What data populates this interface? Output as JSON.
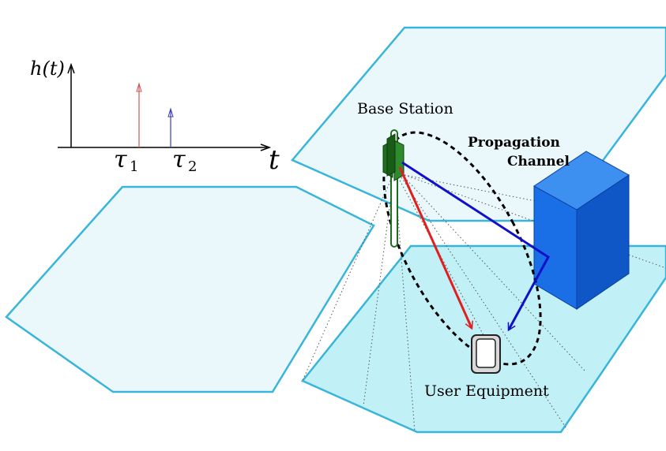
{
  "impulse_plot": {
    "y_label": "h(t)",
    "x_label": "t",
    "taus": [
      "τ1",
      "τ2"
    ],
    "tau_sub_labels": [
      {
        "sym": "τ",
        "sub": "1"
      },
      {
        "sym": "τ",
        "sub": "2"
      }
    ],
    "impulse_colors": [
      "#d9534f",
      "#3b3bbf"
    ]
  },
  "labels": {
    "base_station": "Base Station",
    "propagation_line1": "Propagation",
    "propagation_line2": "Channel",
    "user_equipment": "User Equipment"
  },
  "colors": {
    "cell_fill_light": "#eaf8fc",
    "cell_fill_active": "#c2f0f7",
    "cell_stroke": "#39b5dc",
    "building_front": "#1a6fe6",
    "building_side": "#0f57c7",
    "building_top": "#3d8ff0",
    "los_path": "#e02020",
    "reflected_path": "#1010c8",
    "antenna_green": "#1f6e1f"
  }
}
